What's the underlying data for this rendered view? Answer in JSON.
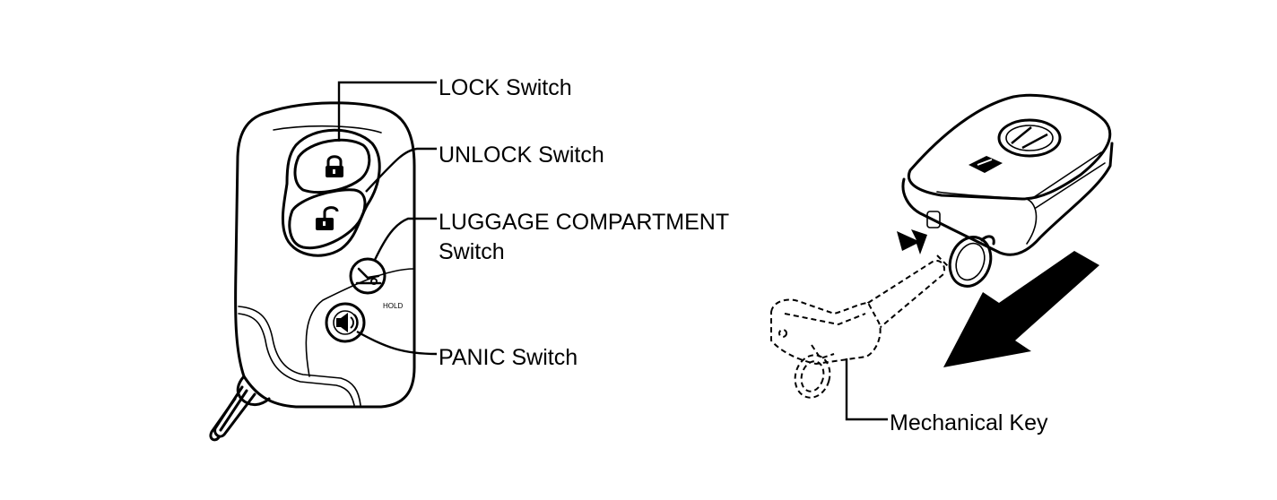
{
  "labels": {
    "lock_switch": "LOCK Switch",
    "unlock_switch": "UNLOCK Switch",
    "luggage_line1": "LUGGAGE COMPARTMENT",
    "luggage_line2": "Switch",
    "panic_switch": "PANIC Switch",
    "hold": "HOLD",
    "mechanical_key": "Mechanical Key"
  },
  "icons": {
    "lock": "lock-icon",
    "unlock": "unlock-icon",
    "trunk": "trunk-icon",
    "panic": "horn-icon",
    "arrow": "pull-direction-arrow-icon"
  },
  "colors": {
    "ink": "#000000",
    "background": "#ffffff"
  }
}
